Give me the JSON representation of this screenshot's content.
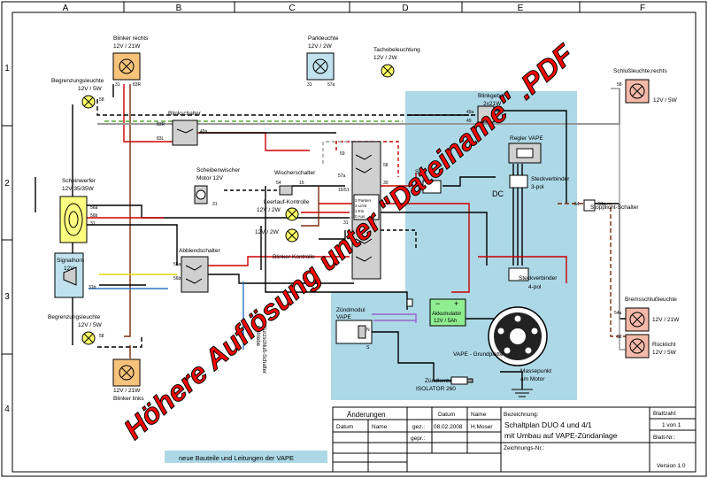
{
  "colors": {
    "frame": "#000000",
    "vape_area": "#add8e6",
    "lamp_orange": "#f7c27a",
    "lamp_salmon": "#f4b9a8",
    "lamp_blue": "#bfe2ee",
    "lamp_yellow": "#ffff80",
    "watermark_fill": "#ff0000",
    "wire_red": "#cc0000",
    "wire_brown": "#7a2a0a",
    "wire_green": "#55aa33",
    "wire_yellow": "#e8d800",
    "wire_blue": "#2a78c8",
    "wire_violet": "#9966cc",
    "wire_gray": "#999999"
  },
  "grid": {
    "columns": [
      "A",
      "B",
      "C",
      "D",
      "E",
      "F"
    ],
    "rows": [
      "1",
      "2",
      "3",
      "4"
    ]
  },
  "components": {
    "blinker_rechts": {
      "title": "Blinker rechts",
      "spec": "12V / 21W",
      "pin1": "31",
      "pin2": "83R"
    },
    "parkleuchte": {
      "title": "Parkleuchte",
      "spec": "12V / 2W",
      "pin1": "31",
      "pin2": "57a"
    },
    "tachobeleuchtung": {
      "title": "Tachobeleuchtung",
      "spec": "12V / 2W"
    },
    "schlussleuchte_rechts": {
      "title": "Schlußleuchte,rechts",
      "spec": "12V / 5W",
      "pin": "58"
    },
    "begrenzung_oben": {
      "title": "Begrenzungsleuchte",
      "spec": "12V / 5W",
      "pin": "58"
    },
    "blinkschalter": {
      "title": "Blinkschalter",
      "pin_r": "83R",
      "pin_l": "83L",
      "pin_49a": "49a"
    },
    "blinkgeber": {
      "title": "Blinkgeber",
      "spec": "2x21W",
      "pin_49a": "49a",
      "pin_49": "49"
    },
    "regler": {
      "title": "Regler VAPE"
    },
    "dc": "DC",
    "steckverbinder3": {
      "title": "Steckverbinder",
      "spec": "3-pol"
    },
    "steckverbinder4": {
      "title": "Steckverbinder",
      "spec": "4-pol"
    },
    "stopplicht": {
      "title": "Stopplicht-Schalter",
      "pin_54": "54",
      "pin_54a": "54a"
    },
    "scheinwerfer": {
      "title": "Scheinwerfer",
      "spec": "12V 35/35W",
      "pin_56a": "56a",
      "pin_56b": "56b",
      "pin_31": "31"
    },
    "scheibenwischer": {
      "title": "Scheibenwischer",
      "line2": "Motor 12V",
      "pin": "31"
    },
    "wischerschalter": {
      "title": "Wischerschalter",
      "pin_54": "54",
      "pin_15": "15"
    },
    "leerlauf": {
      "title": "Leerlauf-Kontrolle",
      "spec": "12V / 2W"
    },
    "blinker_kontrolle_spec": "12V / 2W",
    "blinker_kontrolle": "Blinker-Kontrolle",
    "zuendschloss": {
      "pos3": "3 Parken",
      "pos2": "2 Licht",
      "pos1": "1 Ein",
      "pos0": "0 Aus",
      "pin_59": "59",
      "pin_57a": "57a",
      "pin_15": "15/51",
      "pin_30": "30",
      "pin_31": "31",
      "pin_58": "58"
    },
    "sicherung": "Sich.",
    "signalhorn": {
      "title": "Signalhorn",
      "spec": "12V",
      "pin_31b": "31b"
    },
    "abblendschalter": {
      "title": "Abblendschalter",
      "pin_56a": "56a",
      "pin_56b": "56b"
    },
    "begrenzung_unten": {
      "title": "Begrenzungsleuchte",
      "spec": "12V / 5W",
      "pin": "58"
    },
    "blinker_links": {
      "spec": "12V / 21W",
      "title": "Blinker links"
    },
    "bremsschluss": {
      "title": "Bremsschlußleuchte",
      "spec": "12V / 21W",
      "pin": "54a"
    },
    "ruecklicht": {
      "title": "Rücklicht",
      "spec": "12V / 5W",
      "pin": "58"
    },
    "zuendmodul": {
      "title": "Zündmodul",
      "line2": "VAPE",
      "pin_r": "N",
      "pin_s": "S"
    },
    "akkumulator": {
      "title": "Akkumulator",
      "spec": "12V / 5Ah"
    },
    "grundplatte": "VAPE - Grundplatte",
    "massepunkt": {
      "title": "Massepunkt",
      "line2": "am Motor"
    },
    "zuendkerze": {
      "title": "Zündkerze",
      "line2": "ISOLATOR 260"
    },
    "kurzschluss": {
      "line1": "Kurzschluß-Schalter",
      "line2": "Getriebe"
    }
  },
  "legend": "neue Bauteile und Leitungen der VAPE",
  "titleblock": {
    "aenderungen": "Änderungen",
    "datum": "Datum",
    "name": "Name",
    "gez": "gez.:",
    "gez_datum": "08.02.2008",
    "gez_name": "H.Moser",
    "gepr": "gepr.:",
    "bezeichnung_label": "Bezeichnung:",
    "bezeichnung_1": "Schaltplan DUO 4 und 4/1",
    "bezeichnung_2": "mit Umbau auf VAPE-Zündanlage",
    "zeichnungs_nr": "Zeichnungs-Nr.:",
    "blattzahl": "Blattzahl:",
    "blattzahl_value": "1 von 1",
    "blatt_nr": "Blatt-Nr.:",
    "version": "Version 1.0"
  },
  "watermark": "Höhere Auflösung unter \"Dateiname\" .PDF"
}
